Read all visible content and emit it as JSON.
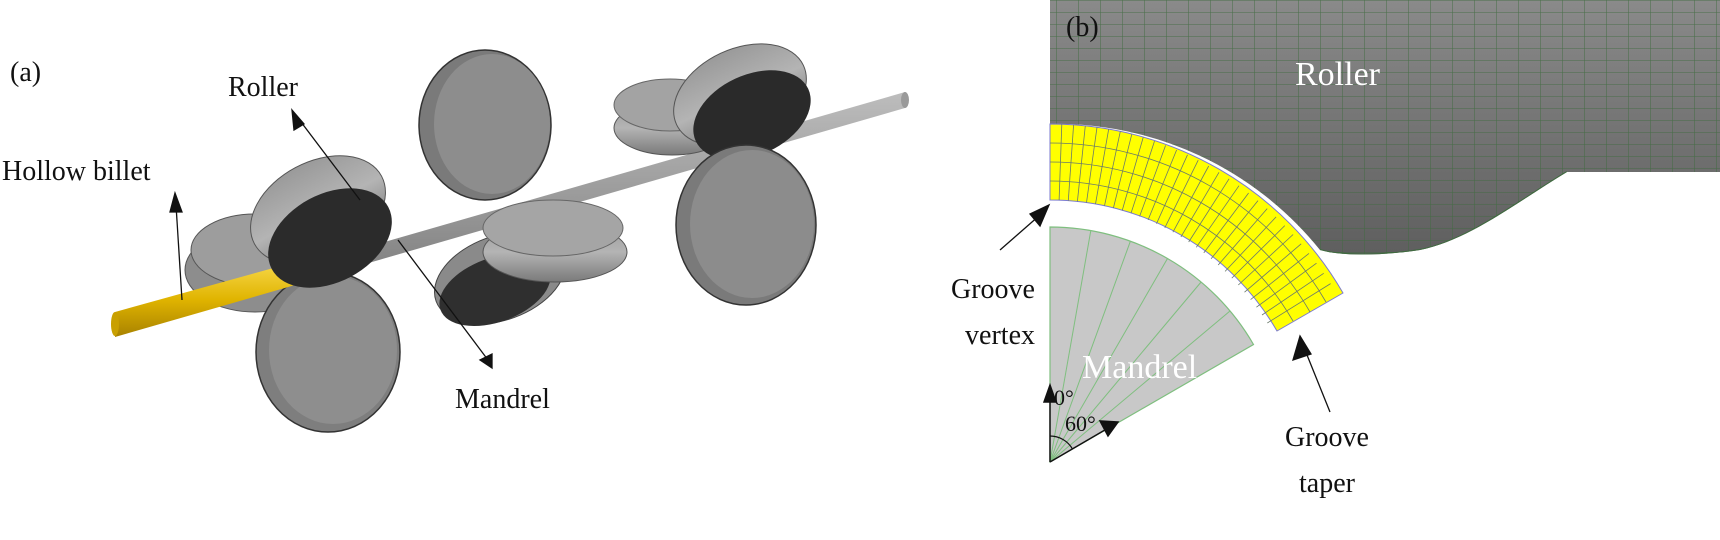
{
  "panel_a": {
    "tag": "(a)",
    "labels": {
      "roller": "Roller",
      "hollow_billet": "Hollow billet",
      "mandrel": "Mandrel"
    }
  },
  "panel_b": {
    "tag": "(b)",
    "labels": {
      "roller": "Roller",
      "mandrel": "Mandrel",
      "groove_vertex_line1": "Groove",
      "groove_vertex_line2": "vertex",
      "groove_taper_line1": "Groove",
      "groove_taper_line2": "taper",
      "angle_0": "0°",
      "angle_60": "60°"
    }
  },
  "colors": {
    "billet_yellow": "#f0c800",
    "mesh_yellow": "#ffff00",
    "roller_gray": "#8a8a8a",
    "roller_dark_face": "#2a2a2a",
    "mesh_line_green": "#3f6b3f",
    "mandrel_gray": "#c8c8c8"
  }
}
